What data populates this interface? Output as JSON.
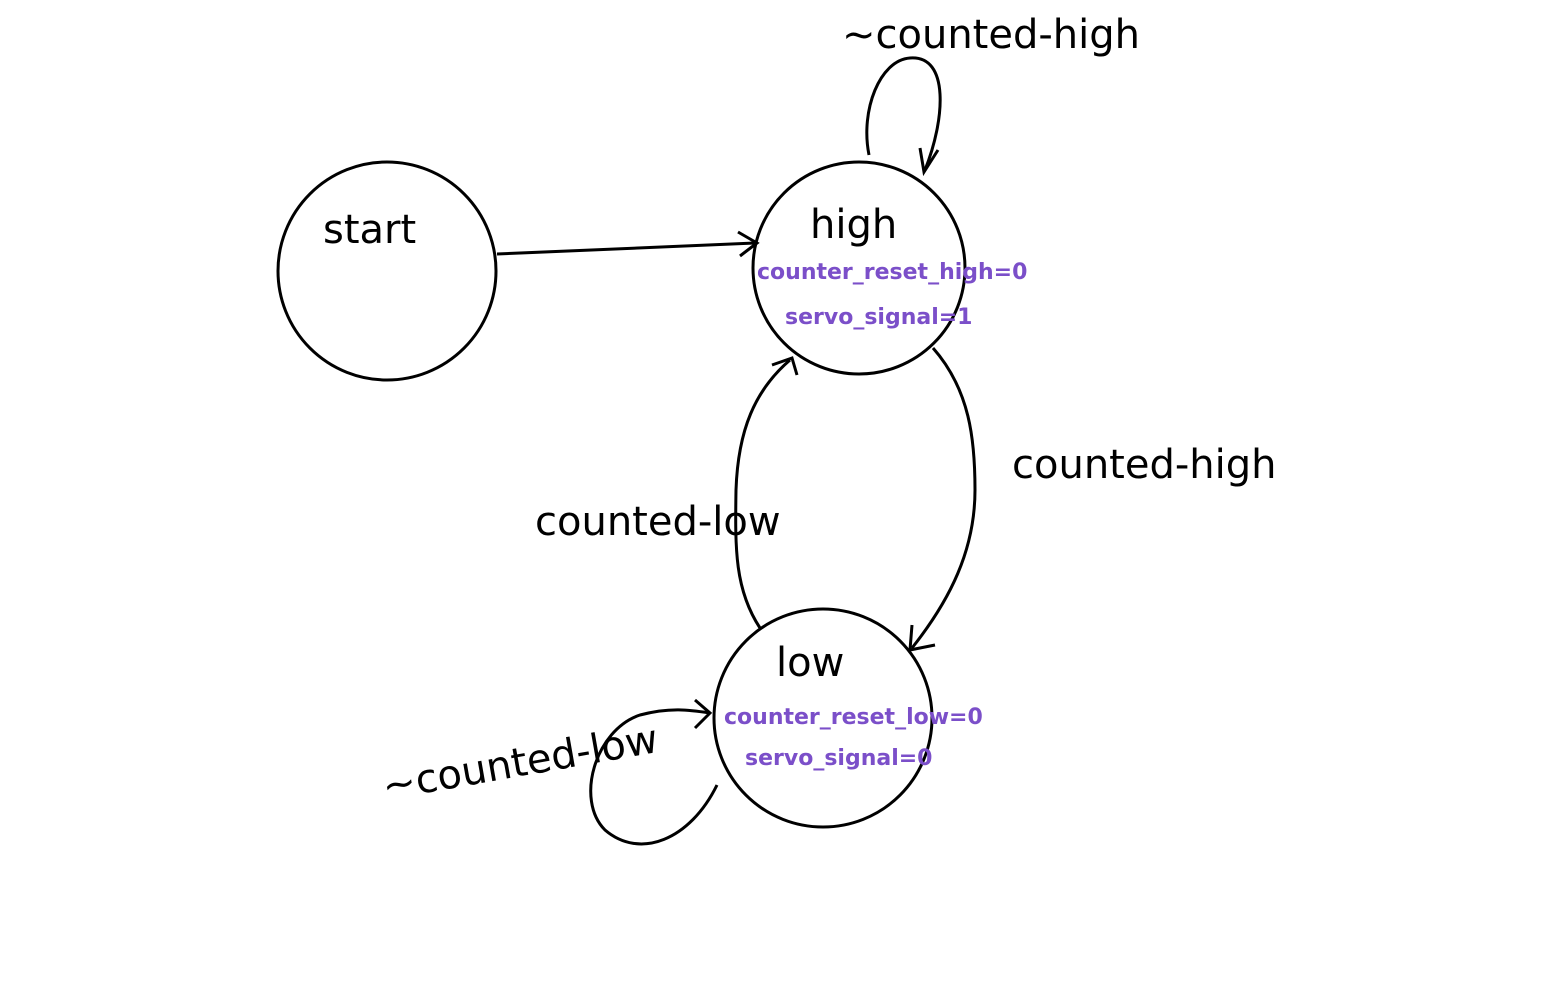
{
  "states": {
    "start": {
      "name": "start"
    },
    "high": {
      "name": "high",
      "actions": [
        "counter_reset_high=0",
        "servo_signal=1"
      ]
    },
    "low": {
      "name": "low",
      "actions": [
        "counter_reset_low=0",
        "servo_signal=0"
      ]
    }
  },
  "transitions": {
    "high_self": "~counted-high",
    "high_to_low": "counted-high",
    "low_to_high": "counted-low",
    "low_self": "~counted-low"
  },
  "colors": {
    "action": "#7B4FC9",
    "stroke": "#000000"
  }
}
